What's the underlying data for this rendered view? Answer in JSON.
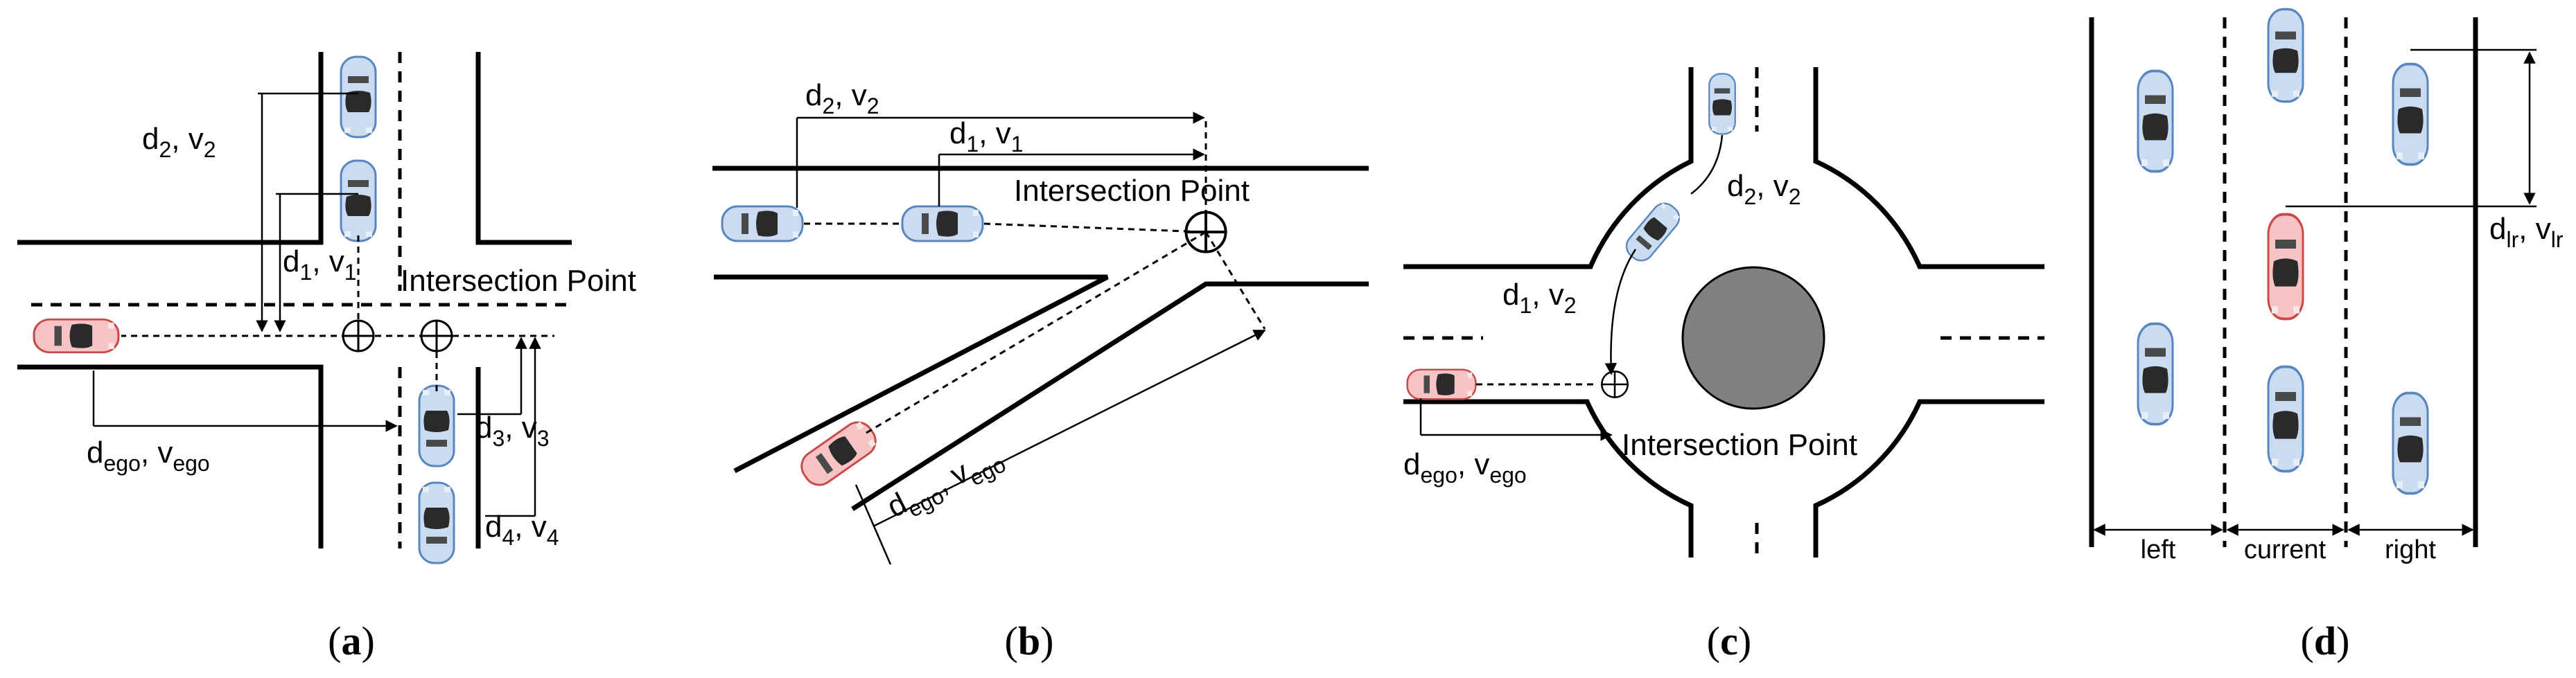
{
  "captions": {
    "a": "a",
    "b": "b",
    "c": "c",
    "d": "d"
  },
  "labels": {
    "intersection_point": "Intersection Point",
    "d1": "d",
    "d1_sub": "1",
    "v1": "v",
    "v1_sub": "1",
    "d2": "d",
    "d2_sub": "2",
    "v2": "v",
    "v2_sub": "2",
    "d3": "d",
    "d3_sub": "3",
    "v3": "v",
    "v3_sub": "3",
    "d4": "d",
    "d4_sub": "4",
    "v4": "v",
    "v4_sub": "4",
    "dego": "d",
    "dego_sub": "ego",
    "vego": "v",
    "vego_sub": "ego",
    "dlr": "d",
    "dlr_sub": "lr",
    "vlr": "v",
    "vlr_sub": "lr",
    "sep": ", "
  },
  "lanes": {
    "left": "left",
    "current": "current",
    "right": "right"
  },
  "colors": {
    "ego_car": "#f6c4c4",
    "ego_stroke": "#c94a4a",
    "other_car": "#c9dcf2",
    "other_stroke": "#5a86c0",
    "roundabout_center": "#808080"
  },
  "icons": [
    "car-icon",
    "intersection-marker-icon"
  ]
}
